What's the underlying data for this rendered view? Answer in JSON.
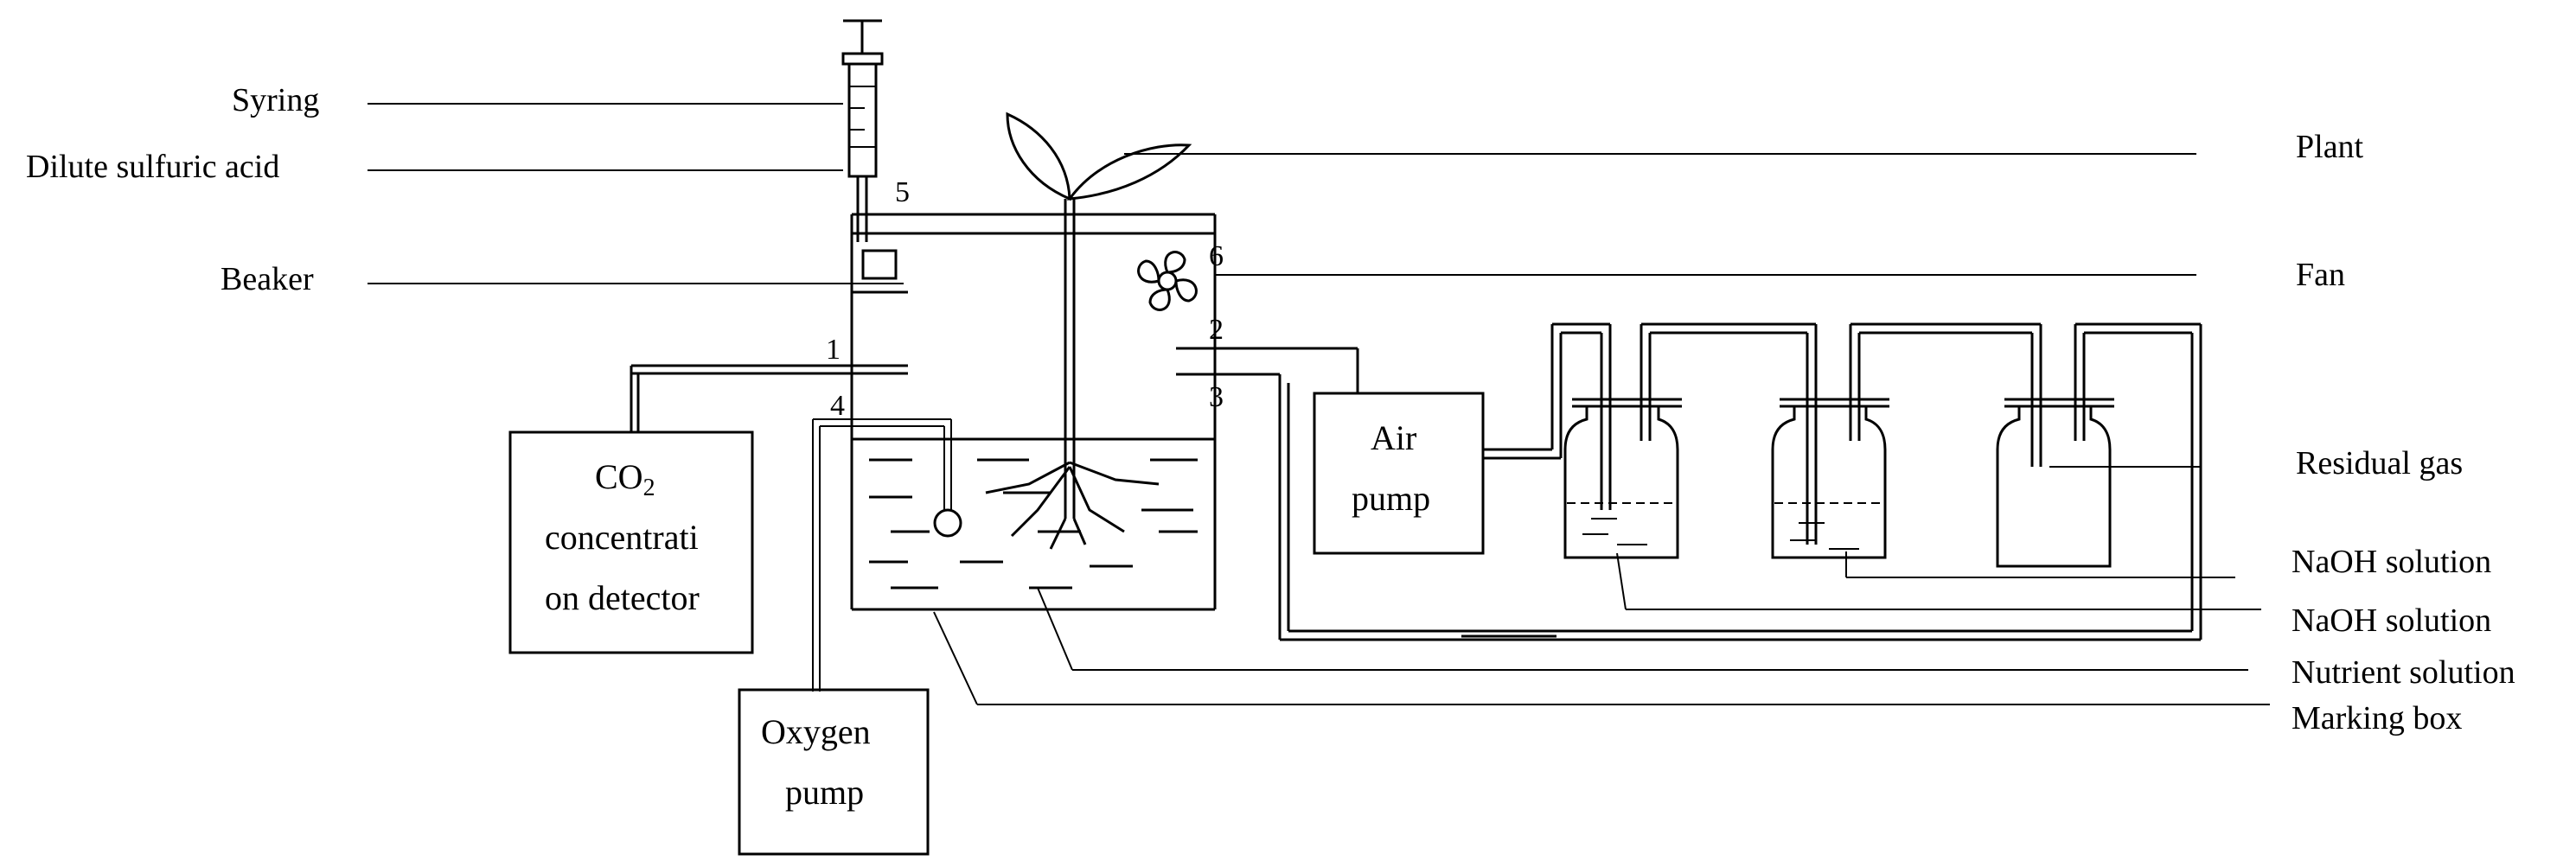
{
  "labels": {
    "syring": "Syring",
    "dilute_acid": "Dilute sulfuric acid",
    "beaker": "Beaker",
    "plant": "Plant",
    "fan": "Fan",
    "residual_gas": "Residual gas",
    "naoh_1": "NaOH solution",
    "naoh_2": "NaOH solution",
    "nutrient": "Nutrient solution",
    "marking_box": "Marking box"
  },
  "boxes": {
    "co2_line1": "CO",
    "co2_sub": "2",
    "co2_line2": "concentrati",
    "co2_line3": "on detector",
    "air_line1": "Air",
    "air_line2": "pump",
    "oxygen_line1": "Oxygen",
    "oxygen_line2": "pump"
  },
  "ports": [
    "1",
    "2",
    "3",
    "4",
    "5",
    "6"
  ]
}
